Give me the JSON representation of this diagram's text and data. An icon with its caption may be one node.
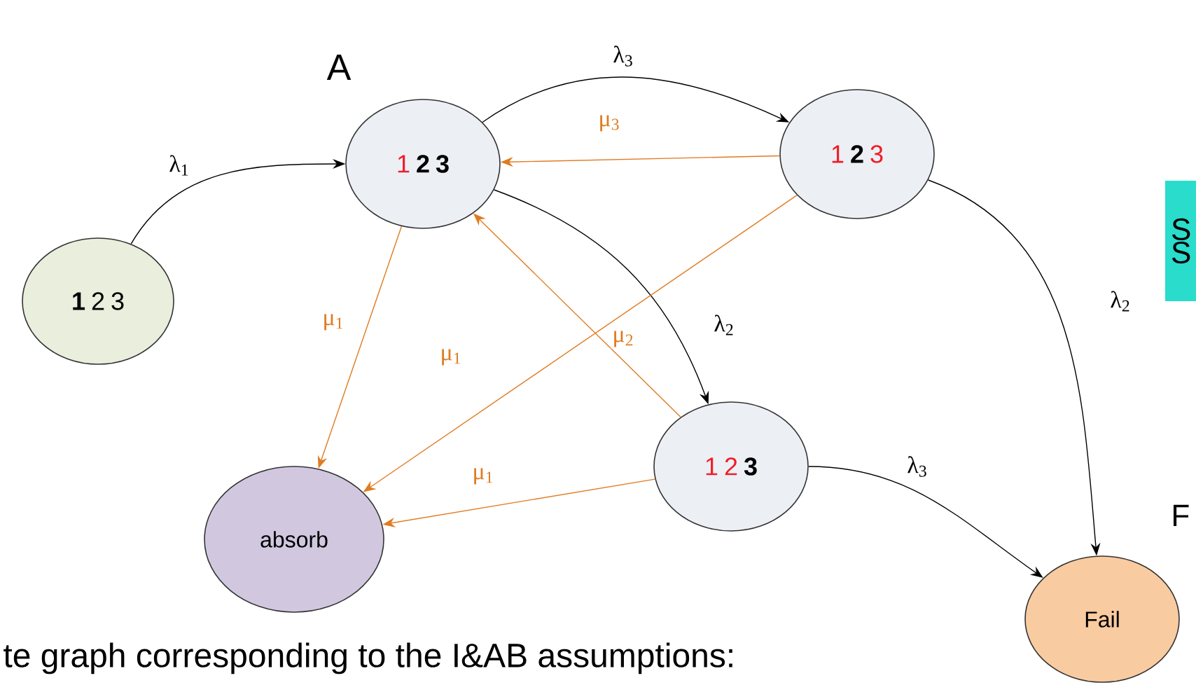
{
  "diagram": {
    "nodes": [
      {
        "text": [
          "1",
          "2",
          "3"
        ]
      },
      {
        "text": [
          "1",
          "2",
          "3"
        ],
        "beside": [
          "A"
        ]
      },
      {
        "text": [
          "1",
          "2",
          "3"
        ]
      },
      {
        "text": [
          "1",
          "2",
          "3"
        ]
      },
      {
        "text": [
          "absorb"
        ]
      },
      {
        "text": [
          "Fail"
        ]
      },
      {
        "text": [
          "S S"
        ]
      }
    ],
    "edges": [
      {
        "from": 0,
        "to": 1,
        "arrow": "to",
        "label": "λ$_{1}$"
      },
      {
        "from": 1,
        "to": 2,
        "arrow": "to",
        "label": "λ$_{3}$"
      },
      {
        "from": 2,
        "to": 1,
        "arrow": "to",
        "label": "μ$_{3}$",
        "color": "#e07b20"
      },
      {
        "from": 1,
        "to": 3,
        "arrow": "to",
        "label": "λ$_{2}$"
      },
      {
        "from": 3,
        "to": 1,
        "arrow": "to",
        "label": "μ$_{2}$",
        "color": "#e07b20"
      },
      {
        "from": 1,
        "to": 4,
        "arrow": "to",
        "label": "μ$_{1}$",
        "color": "#e07b20"
      },
      {
        "from": 2,
        "to": 4,
        "arrow": "to",
        "label": "μ$_{1}$",
        "color": "#e07b20"
      },
      {
        "from": 3,
        "to": 4,
        "arrow": "to",
        "label": "μ$_{1}$",
        "color": "#e07b20"
      },
      {
        "from": 2,
        "to": 5,
        "arrow": "to",
        "label": "λ$_{2}$"
      },
      {
        "from": 3,
        "to": 5,
        "arrow": "to",
        "label": "λ$_{3}$"
      }
    ],
    "labels": [
      "F",
      "te graph corresponding to the I&AB assumptions:"
    ]
  }
}
